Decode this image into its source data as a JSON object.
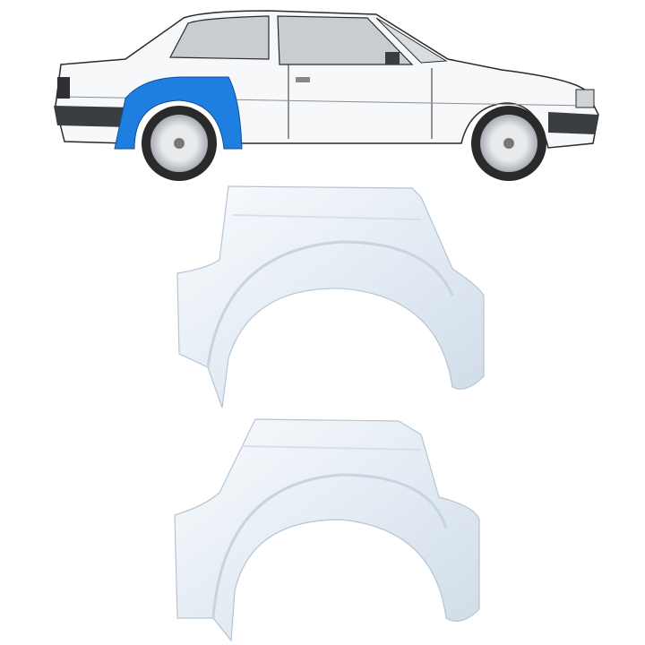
{
  "colors": {
    "background": "#ffffff",
    "highlight_arch": "#1e7fe0",
    "car_body": "#f7f8fa",
    "outline": "#2a2a2a",
    "glass": "#c9cdd2",
    "bumper": "#3a3d42",
    "panel_light": "#eef3f8",
    "panel_shadow": "#c8d4e0"
  },
  "icons": {
    "car": "car-side-illustration",
    "part": "rear-wheel-arch-repair-panel"
  },
  "parts_count": 2
}
